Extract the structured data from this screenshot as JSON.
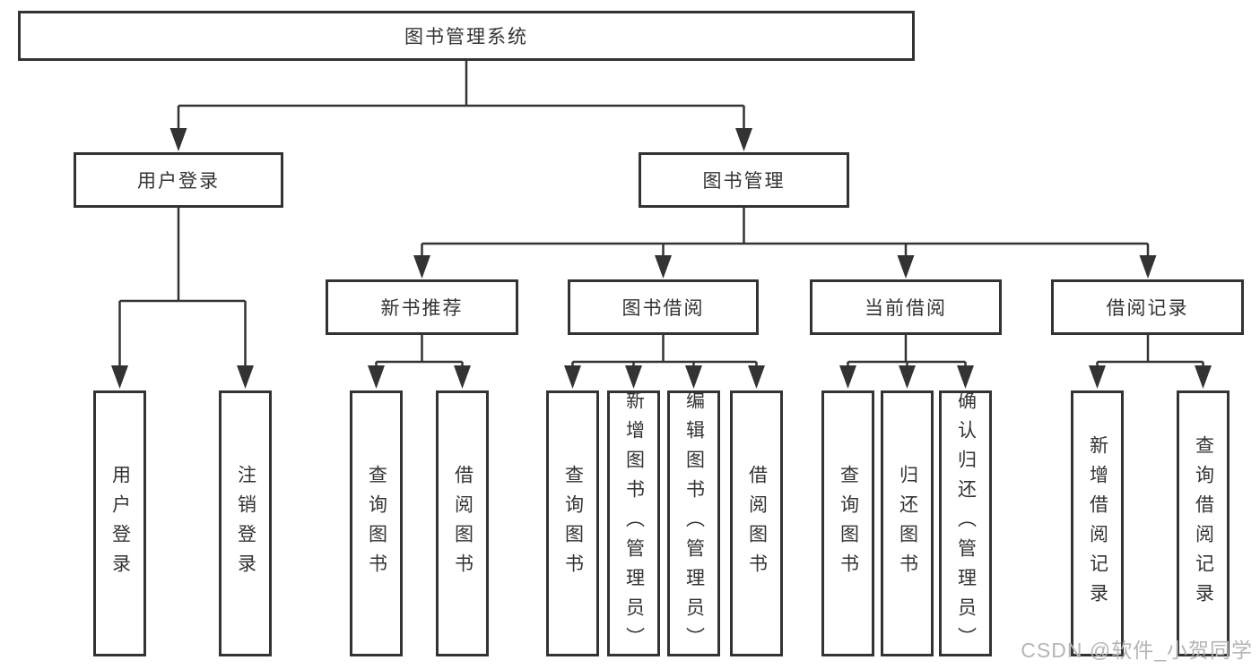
{
  "diagram": {
    "root": {
      "label": "图书管理系统"
    },
    "level2": [
      {
        "label": "用户登录"
      },
      {
        "label": "图书管理"
      }
    ],
    "level3": [
      {
        "label": "新书推荐"
      },
      {
        "label": "图书借阅"
      },
      {
        "label": "当前借阅"
      },
      {
        "label": "借阅记录"
      }
    ],
    "leaves": [
      {
        "label": "用户登录",
        "parent": "用户登录"
      },
      {
        "label": "注销登录",
        "parent": "用户登录"
      },
      {
        "label": "查询图书",
        "parent": "新书推荐"
      },
      {
        "label": "借阅图书",
        "parent": "新书推荐"
      },
      {
        "label": "查询图书",
        "parent": "图书借阅"
      },
      {
        "label": "新增图书（管理员）",
        "parent": "图书借阅"
      },
      {
        "label": "编辑图书（管理员）",
        "parent": "图书借阅"
      },
      {
        "label": "借阅图书",
        "parent": "图书借阅"
      },
      {
        "label": "查询图书",
        "parent": "当前借阅"
      },
      {
        "label": "归还图书",
        "parent": "当前借阅"
      },
      {
        "label": "确认归还（管理员）",
        "parent": "当前借阅"
      },
      {
        "label": "新增借阅记录",
        "parent": "借阅记录"
      },
      {
        "label": "查询借阅记录",
        "parent": "借阅记录"
      }
    ],
    "watermark": "CSDN @软件_小贺同学",
    "colors": {
      "line": "#333333",
      "text": "#333333",
      "background": "#ffffff",
      "watermark": "#b5b5b5"
    }
  }
}
